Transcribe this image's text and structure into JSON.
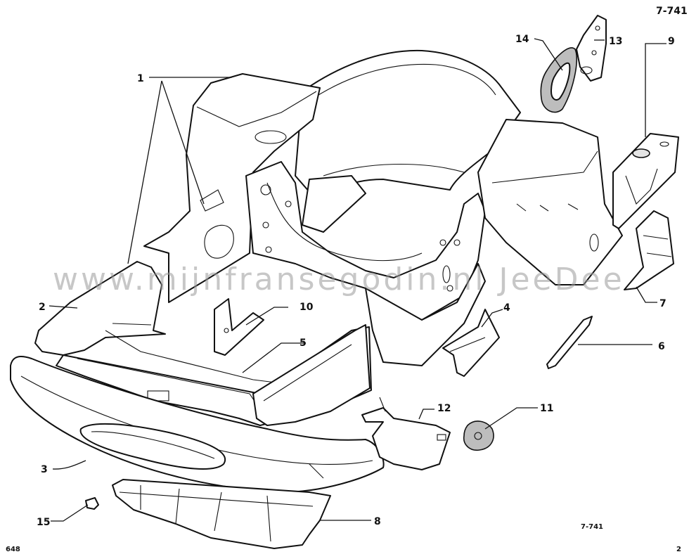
{
  "figure_code_top": "7-741",
  "figure_code_bottom": "7-741",
  "page_left": "648",
  "page_right": "2",
  "watermark": "www.mijnfransegodin.nl   JeeDee",
  "callouts": [
    "1",
    "2",
    "3",
    "4",
    "5",
    "6",
    "7",
    "8",
    "9",
    "10",
    "11",
    "12",
    "13",
    "14",
    "15"
  ]
}
